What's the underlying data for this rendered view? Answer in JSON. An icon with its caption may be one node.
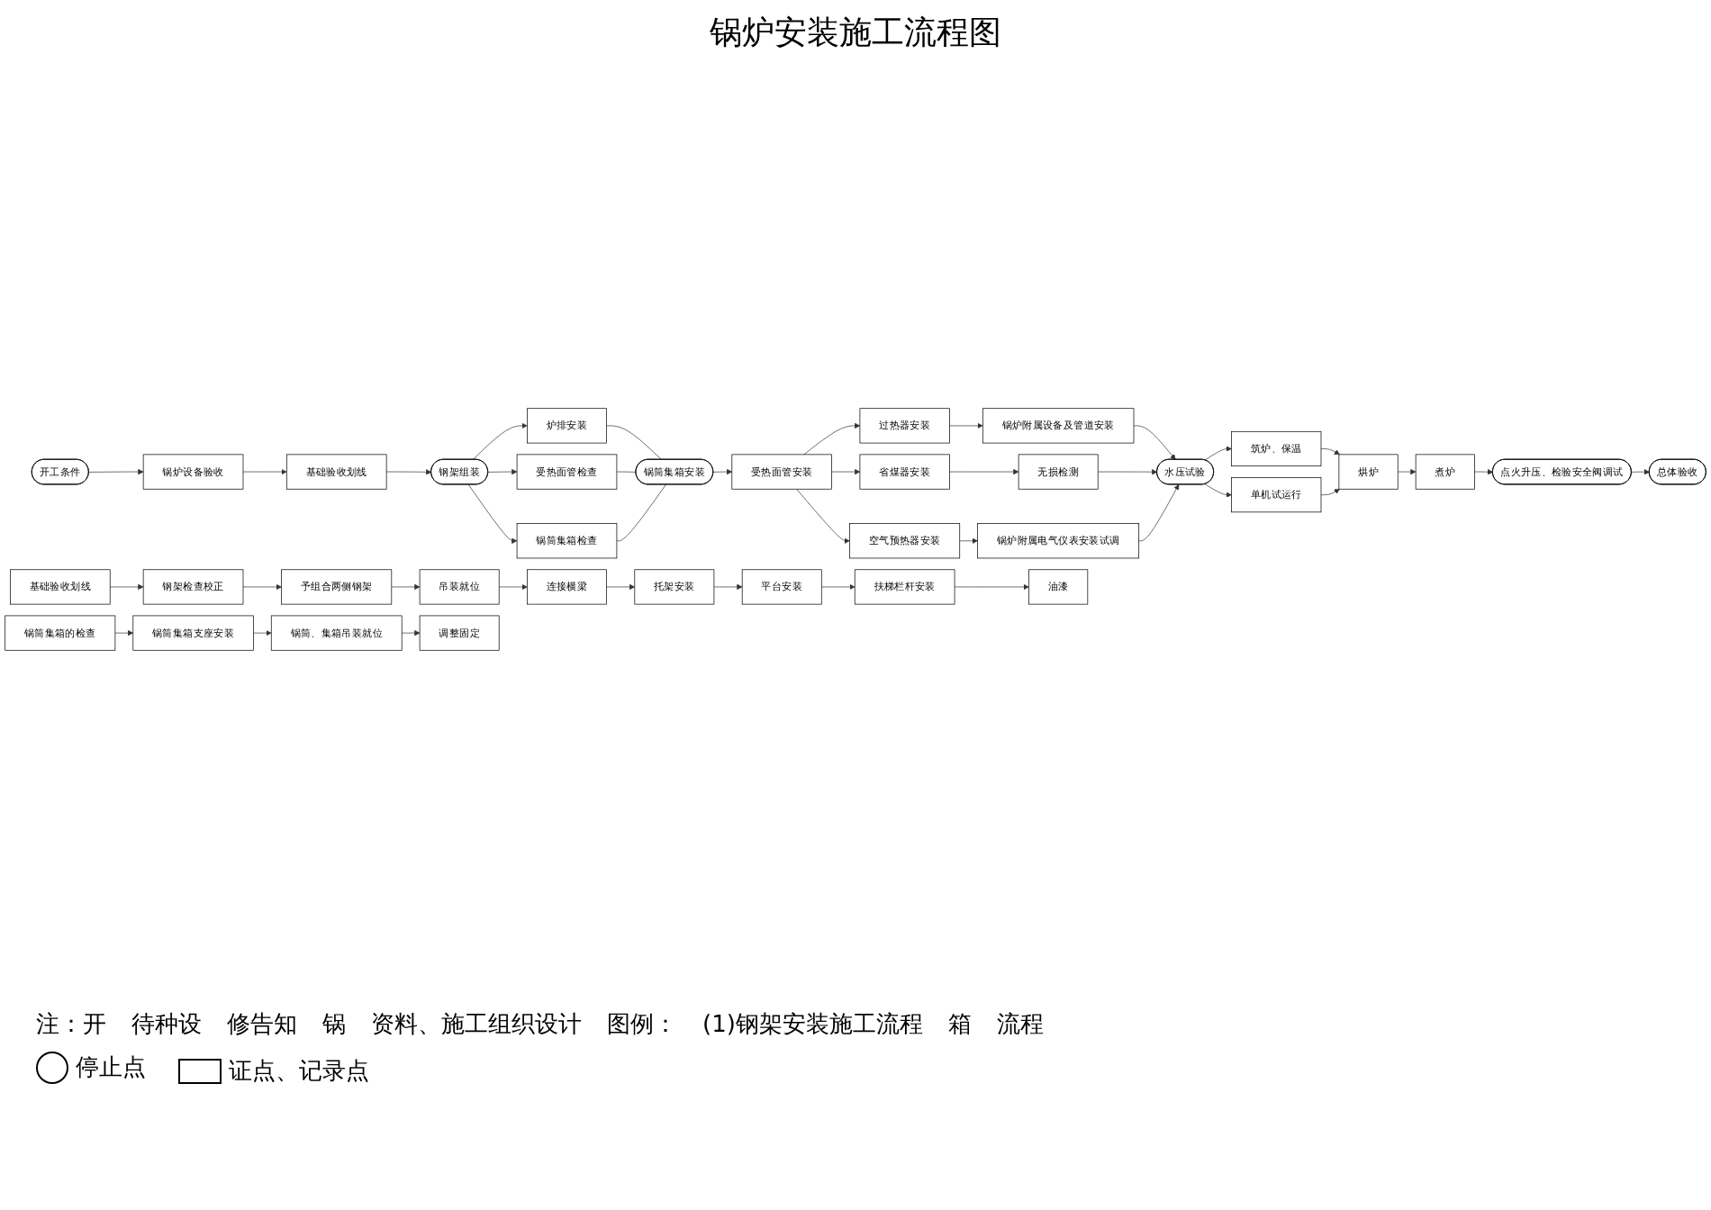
{
  "diagram": {
    "title": "锅炉安装施工流程图",
    "nodes": [
      {
        "text": [
          "开工条件"
        ]
      },
      {
        "text": [
          "锅炉设备验收"
        ]
      },
      {
        "text": [
          "基础验收划线"
        ]
      },
      {
        "text": [
          "钢架组装"
        ]
      },
      {
        "text": [
          "炉排安装"
        ]
      },
      {
        "text": [
          "受热面管检查"
        ]
      },
      {
        "text": [
          "锅筒集箱检查"
        ]
      },
      {
        "text": [
          "锅筒集箱安装"
        ]
      },
      {
        "text": [
          "受热面管安装"
        ]
      },
      {
        "text": [
          "过热器安装"
        ]
      },
      {
        "text": [
          "省煤器安装"
        ]
      },
      {
        "text": [
          "空气预热器安装"
        ]
      },
      {
        "text": [
          "锅炉附属设备及管道安装"
        ]
      },
      {
        "text": [
          "无损检测"
        ]
      },
      {
        "text": [
          "锅炉附属电气仪表安装试调"
        ]
      },
      {
        "text": [
          "水压试验"
        ]
      },
      {
        "text": [
          "筑炉、保温"
        ]
      },
      {
        "text": [
          "单机试运行"
        ]
      },
      {
        "text": [
          "烘炉"
        ]
      },
      {
        "text": [
          "煮炉"
        ]
      },
      {
        "text": [
          "点火升压、检验安全阀调试"
        ]
      },
      {
        "text": [
          "总体验收"
        ]
      },
      {
        "text": [
          "基础验收划线"
        ]
      },
      {
        "text": [
          "钢架检查校正"
        ]
      },
      {
        "text": [
          "予组合两侧钢架"
        ]
      },
      {
        "text": [
          "吊装就位"
        ]
      },
      {
        "text": [
          "油漆"
        ]
      },
      {
        "text": [
          "连接横梁"
        ]
      },
      {
        "text": [
          "托架安装"
        ]
      },
      {
        "text": [
          "平台安装"
        ]
      },
      {
        "text": [
          "扶梯栏杆安装"
        ]
      },
      {
        "text": [
          "锅筒集箱的检查"
        ]
      },
      {
        "text": [
          "锅筒集箱支座安装"
        ]
      },
      {
        "text": [
          "锅筒、集箱吊装就位"
        ]
      },
      {
        "text": [
          "调整固定"
        ]
      }
    ],
    "edges": [
      {
        "from": 0,
        "to": 1,
        "arrow": "to"
      },
      {
        "from": 1,
        "to": 2,
        "arrow": "to"
      },
      {
        "from": 2,
        "to": 3,
        "arrow": "to"
      },
      {
        "from": 3,
        "to": 4,
        "arrow": "to"
      },
      {
        "from": 3,
        "to": 5,
        "arrow": "to"
      },
      {
        "from": 3,
        "to": 6,
        "arrow": "to"
      },
      {
        "from": 4,
        "to": 7,
        "arrow": "none"
      },
      {
        "from": 5,
        "to": 7,
        "arrow": "none"
      },
      {
        "from": 6,
        "to": 7,
        "arrow": "none"
      },
      {
        "from": 7,
        "to": 8,
        "arrow": "to"
      },
      {
        "from": 8,
        "to": 9,
        "arrow": "to"
      },
      {
        "from": 8,
        "to": 10,
        "arrow": "to"
      },
      {
        "from": 8,
        "to": 11,
        "arrow": "to"
      },
      {
        "from": 9,
        "to": 12,
        "arrow": "to"
      },
      {
        "from": 10,
        "to": 13,
        "arrow": "to"
      },
      {
        "from": 11,
        "to": 14,
        "arrow": "to"
      },
      {
        "from": 12,
        "to": 15,
        "arrow": "to"
      },
      {
        "from": 13,
        "to": 15,
        "arrow": "to"
      },
      {
        "from": 14,
        "to": 15,
        "arrow": "to"
      },
      {
        "from": 15,
        "to": 16,
        "arrow": "to"
      },
      {
        "from": 15,
        "to": 17,
        "arrow": "to"
      },
      {
        "from": 16,
        "to": 18,
        "arrow": "to"
      },
      {
        "from": 17,
        "to": 18,
        "arrow": "to"
      },
      {
        "from": 18,
        "to": 19,
        "arrow": "to"
      },
      {
        "from": 19,
        "to": 20,
        "arrow": "to"
      },
      {
        "from": 20,
        "to": 21,
        "arrow": "to"
      },
      {
        "from": 22,
        "to": 23,
        "arrow": "to"
      },
      {
        "from": 23,
        "to": 24,
        "arrow": "to"
      },
      {
        "from": 24,
        "to": 25,
        "arrow": "to"
      },
      {
        "from": 25,
        "to": 27,
        "arrow": "to"
      },
      {
        "from": 27,
        "to": 28,
        "arrow": "to"
      },
      {
        "from": 28,
        "to": 29,
        "arrow": "to"
      },
      {
        "from": 29,
        "to": 30,
        "arrow": "to"
      },
      {
        "from": 30,
        "to": 26,
        "arrow": "to"
      },
      {
        "from": 31,
        "to": 32,
        "arrow": "to"
      },
      {
        "from": 32,
        "to": 33,
        "arrow": "to"
      },
      {
        "from": 33,
        "to": 34,
        "arrow": "to"
      }
    ],
    "labels": [
      "注：开",
      "待种设",
      "修告知",
      "锅",
      "资料、施工组织设计",
      "图例：",
      "(1)钢架安装施工流程",
      "箱",
      "流程"
    ],
    "legend": [
      {
        "text": "停止点"
      },
      {
        "text": "证点、记录点"
      }
    ]
  }
}
